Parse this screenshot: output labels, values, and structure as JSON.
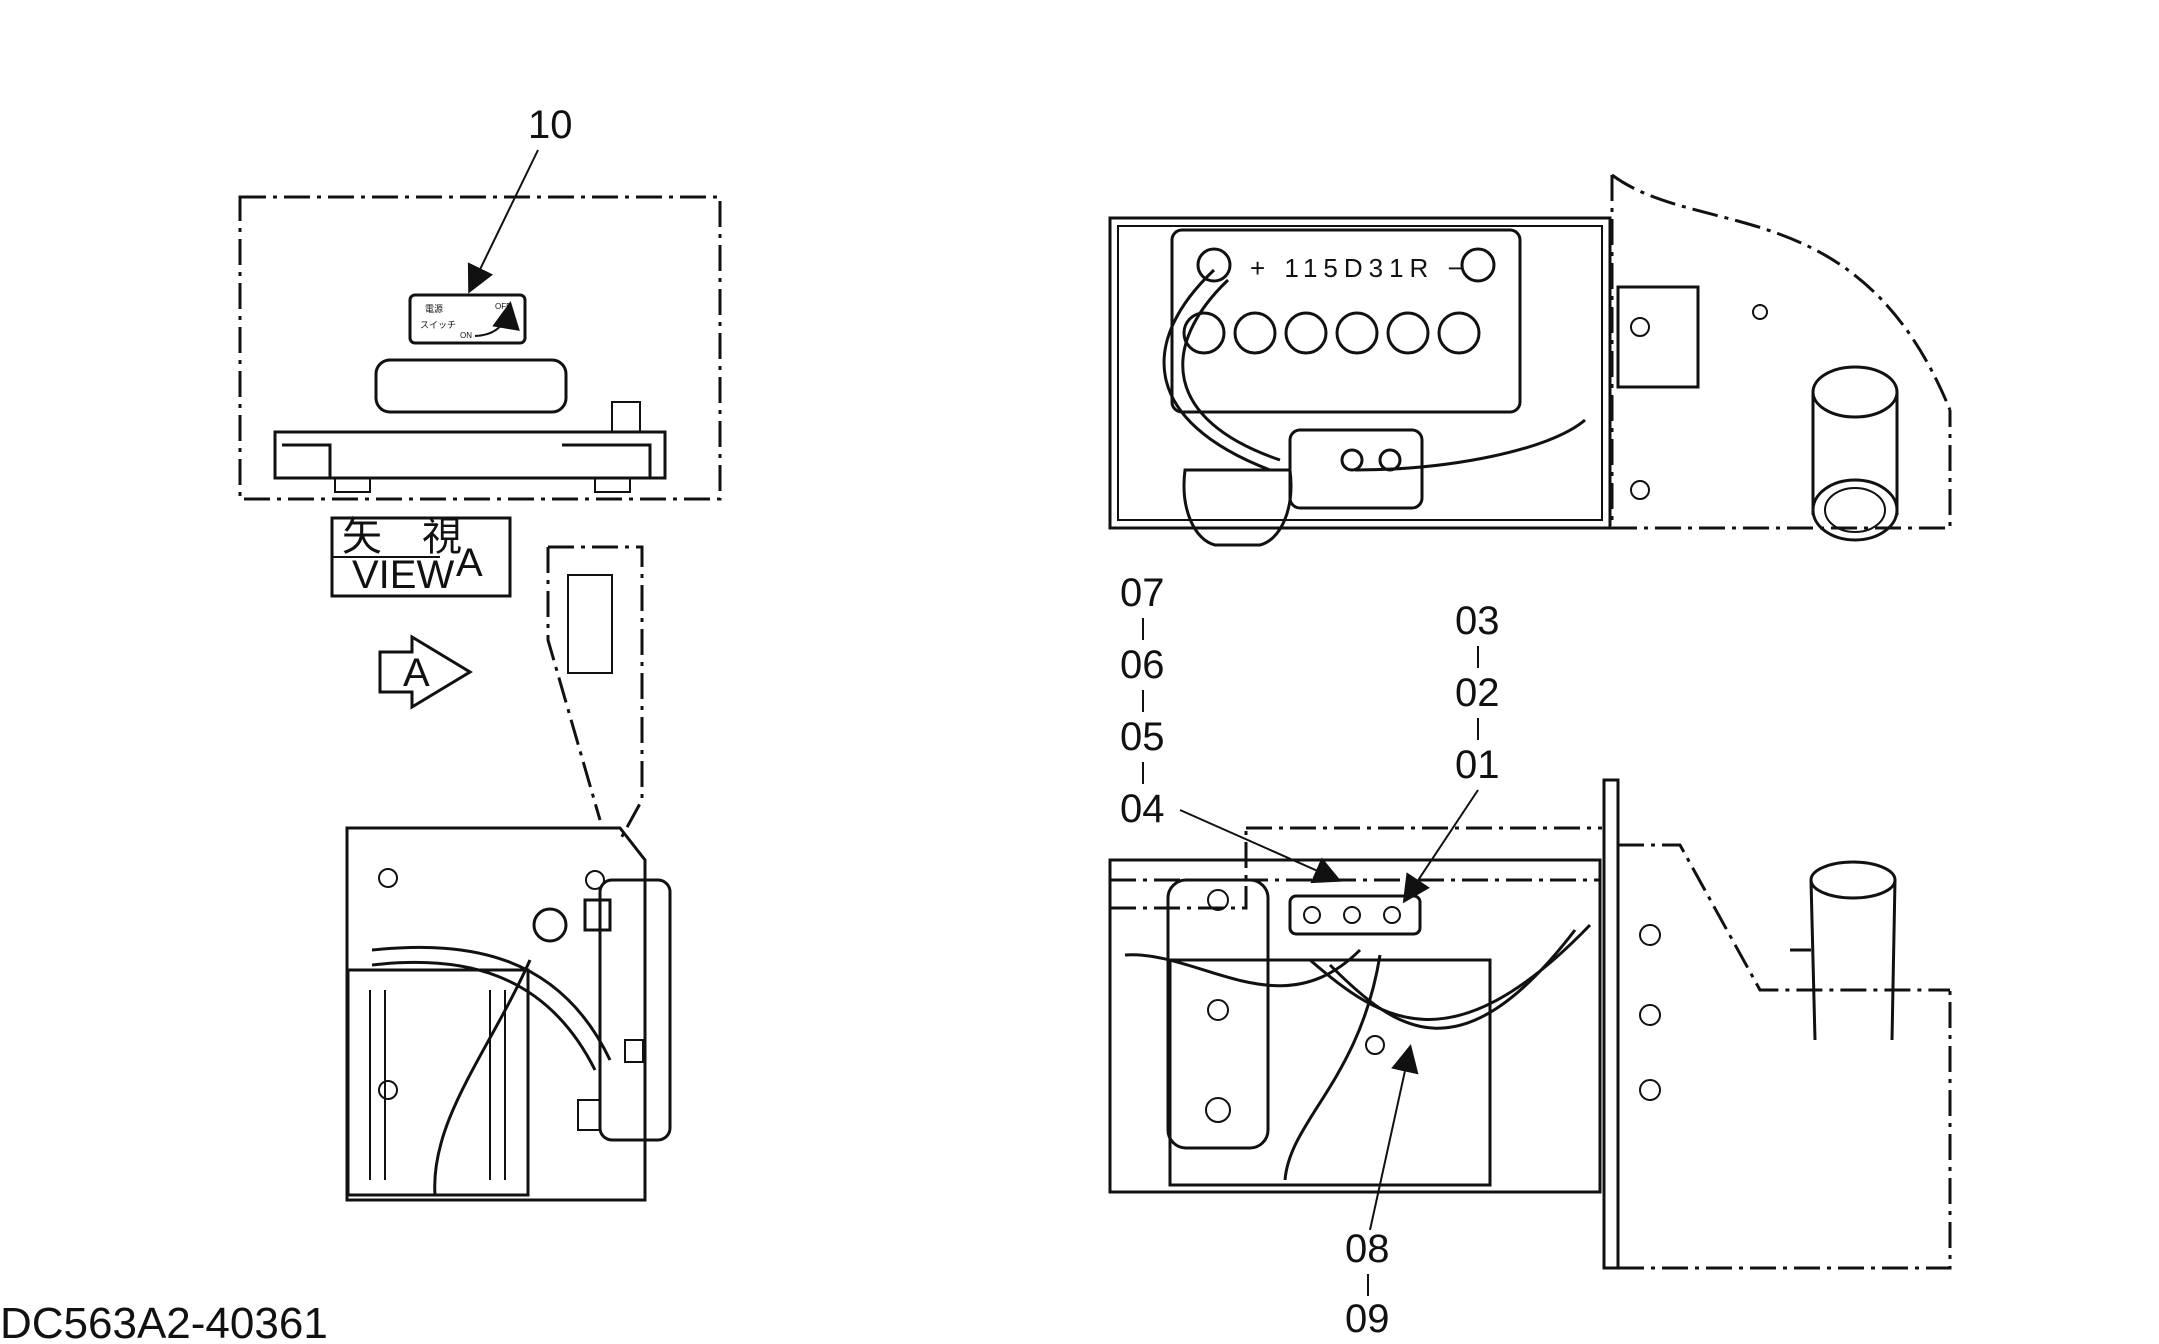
{
  "drawing_code": "DC563A2-40361",
  "view_box": {
    "japanese": "矢　視",
    "english": "VIEW",
    "letter": "A"
  },
  "view_arrow_letter": "A",
  "callouts": {
    "c10": "10",
    "c07": "07",
    "c06": "06",
    "c05": "05",
    "c04": "04",
    "c03": "03",
    "c02": "02",
    "c01": "01",
    "c08": "08",
    "c09": "09"
  },
  "battery_marking": "+ 115D31R −",
  "switch_label": {
    "top": "電源",
    "middle": "スイッチ",
    "on": "ON",
    "off": "OFF"
  }
}
